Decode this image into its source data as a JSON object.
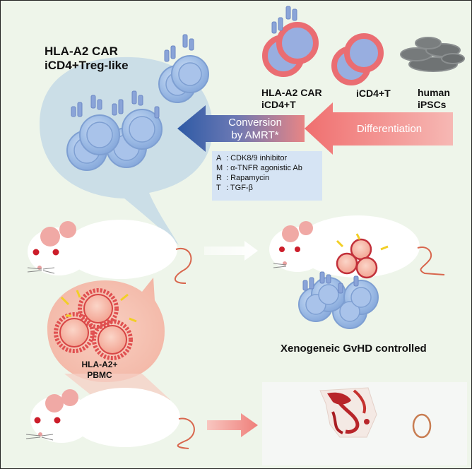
{
  "figure": {
    "title_line1": "HLA-A2 CAR",
    "title_line2": "iCD4+Treg-like",
    "cell_labels": [
      {
        "line1": "HLA-A2 CAR",
        "line2": "iCD4+T"
      },
      {
        "line1": "iCD4+T",
        "line2": ""
      },
      {
        "line1": "human",
        "line2": "iPSCs"
      }
    ],
    "arrow_conversion_line1": "Conversion",
    "arrow_conversion_line2": "by AMRT*",
    "arrow_differentiation": "Differentiation",
    "amrt_legend": [
      {
        "key": "A",
        "text": ": CDK8/9 inhibitor"
      },
      {
        "key": "M",
        "text": ": α-TNFR agonistic Ab"
      },
      {
        "key": "R",
        "text": ": Rapamycin"
      },
      {
        "key": "T",
        "text": ": TGF-β"
      }
    ],
    "pbmc_line1": "HLA-A2+",
    "pbmc_line2": "PBMC",
    "outcome": "Xenogeneic GvHD controlled"
  },
  "colors": {
    "background": "#eef5ea",
    "treg_cell": "#9fbde6",
    "cd4_cell_fill": "#98aee0",
    "cd4_cell_ring": "#ea6d72",
    "ipsc": "#6f7374",
    "conversion_arrow": "#4a6fb0",
    "differentiation_arrow": "#f08b8b",
    "pbmc_spiky": "#e05050",
    "mouse_eye": "#cc1d2a",
    "tail": "#d8664d",
    "tissue_stain": "#b8252a"
  }
}
